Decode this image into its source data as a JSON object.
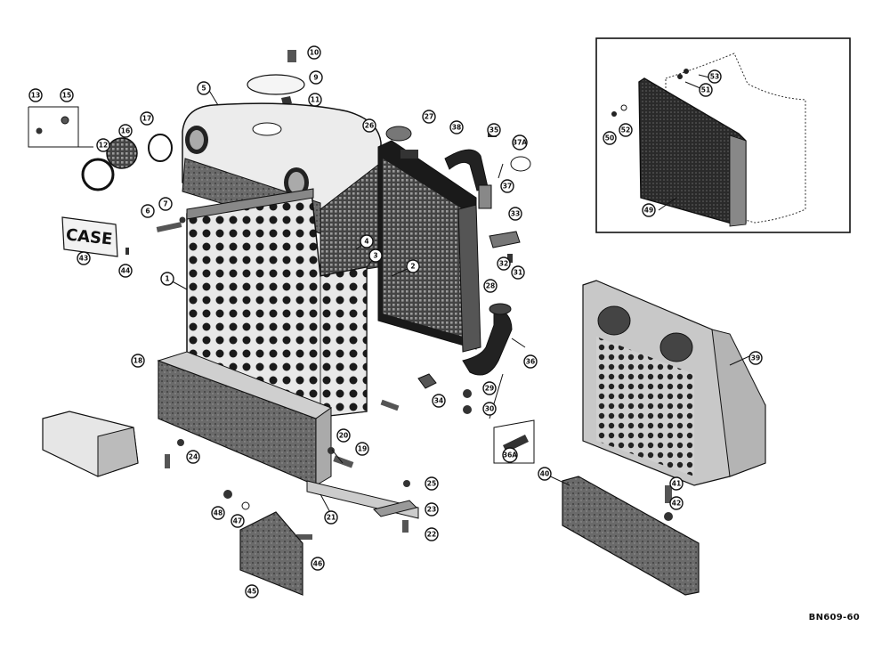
{
  "figure_code": "BN609-60",
  "emblem_text": "CASE",
  "callouts": [
    {
      "label": "1"
    },
    {
      "label": "2"
    },
    {
      "label": "3"
    },
    {
      "label": "4"
    },
    {
      "label": "5"
    },
    {
      "label": "6"
    },
    {
      "label": "7"
    },
    {
      "label": "9"
    },
    {
      "label": "10"
    },
    {
      "label": "11"
    },
    {
      "label": "12"
    },
    {
      "label": "13"
    },
    {
      "label": "15"
    },
    {
      "label": "16"
    },
    {
      "label": "17"
    },
    {
      "label": "18"
    },
    {
      "label": "19"
    },
    {
      "label": "20"
    },
    {
      "label": "21"
    },
    {
      "label": "22"
    },
    {
      "label": "23"
    },
    {
      "label": "24"
    },
    {
      "label": "25"
    },
    {
      "label": "26"
    },
    {
      "label": "27"
    },
    {
      "label": "28"
    },
    {
      "label": "29"
    },
    {
      "label": "30"
    },
    {
      "label": "31"
    },
    {
      "label": "32"
    },
    {
      "label": "33"
    },
    {
      "label": "34"
    },
    {
      "label": "35"
    },
    {
      "label": "36"
    },
    {
      "label": "36A"
    },
    {
      "label": "37"
    },
    {
      "label": "37A"
    },
    {
      "label": "38"
    },
    {
      "label": "39"
    },
    {
      "label": "40"
    },
    {
      "label": "41"
    },
    {
      "label": "42"
    },
    {
      "label": "43"
    },
    {
      "label": "44"
    },
    {
      "label": "45"
    },
    {
      "label": "46"
    },
    {
      "label": "47"
    },
    {
      "label": "48"
    },
    {
      "label": "49"
    },
    {
      "label": "50"
    },
    {
      "label": "51"
    },
    {
      "label": "52"
    },
    {
      "label": "53"
    }
  ]
}
